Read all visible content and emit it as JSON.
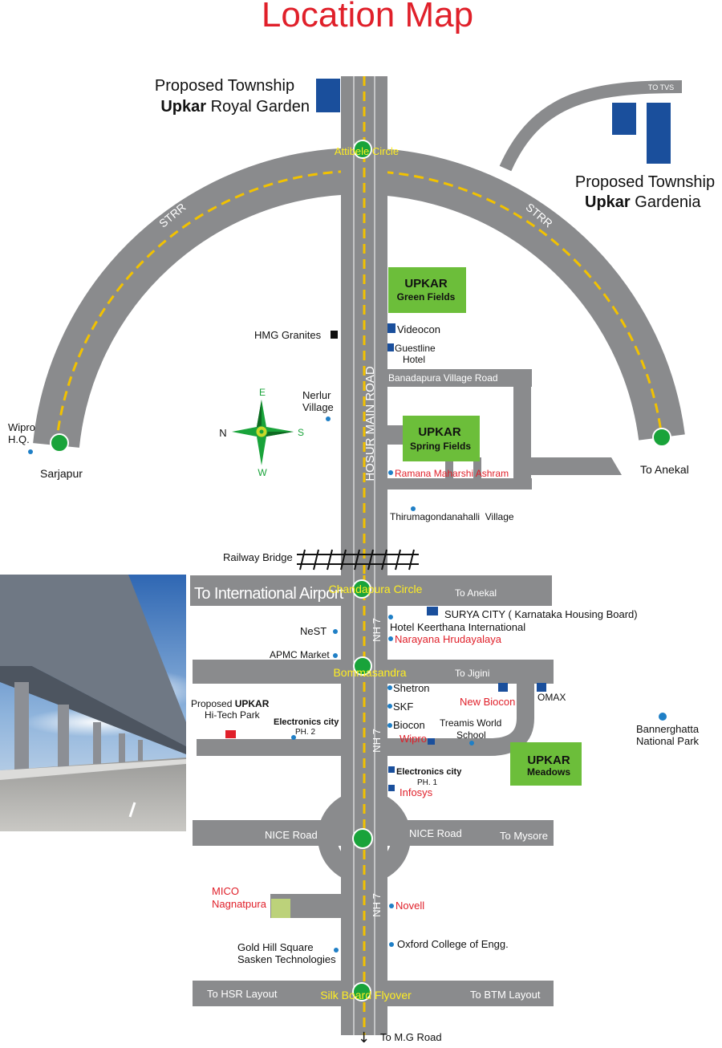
{
  "title": "Location Map",
  "colors": {
    "road": "#8a8b8d",
    "centerline": "#f2c200",
    "circle": "#19a33a",
    "title": "#e0202a",
    "landmark": "#1a4f9c",
    "project": "#6cbe3a"
  },
  "townships": {
    "royal_garden": {
      "line1": "Proposed Township",
      "brand": "Upkar",
      "name": "Royal Garden"
    },
    "gardenia": {
      "line1": "Proposed Township",
      "brand": "Upkar",
      "name": "Gardenia"
    }
  },
  "roads": {
    "strr_left": "STRR",
    "strr_right": "STRR",
    "hosur_main": "HOSUR MAIN ROAD",
    "nh7_a": "NH 7",
    "nh7_b": "NH 7",
    "nh7_c": "NH 7",
    "to_tvs": "TO TVS",
    "banadapura": "Banadapura Village Road",
    "to_airport": "To International Airport",
    "to_anekal_road": "To Anekal",
    "to_jigini": "To Jigini",
    "nice_left": "NICE Road",
    "nice_right": "NICE Road",
    "to_mysore": "To Mysore",
    "to_hsr": "To HSR Layout",
    "to_btm": "To BTM Layout",
    "to_mg": "To M.G Road"
  },
  "circles": {
    "attibele": "Attibele Circle",
    "chandapura": "Chandapura Circle",
    "bommasandra": "Bommasandra",
    "silk_board": "Silk Board Flyover"
  },
  "places": {
    "sarjapur": "Sarjapur",
    "to_anekal_end": "To Anekal",
    "wipro_hq_1": "Wipro",
    "wipro_hq_2": "H.Q.",
    "hmg": "HMG Granites",
    "nerlur_1": "Nerlur",
    "nerlur_2": "Village",
    "videocon": "Videocon",
    "guestline_1": "Guestline",
    "guestline_2": "Hotel",
    "ramana": "Ramana Maharshi Ashram",
    "thirumago": "Thirumagondanahalli  Village",
    "railway": "Railway Bridge",
    "surya": "SURYA CITY ( Karnataka Housing Board)",
    "keerthana": "Hotel Keerthana International",
    "narayana": "Narayana Hrudayalaya",
    "nest": "NeST",
    "apmc": "APMC Market",
    "shetron": "Shetron",
    "skf": "SKF",
    "biocon": "Biocon",
    "new_biocon": "New Biocon",
    "omax": "OMAX",
    "treamis_1": "Treamis World",
    "treamis_2": "School",
    "wipro": "Wipro",
    "ec1_1": "Electronics city",
    "ec1_2": "PH. 1",
    "infosys": "Infosys",
    "ec2_1": "Electronics city",
    "ec2_2": "PH. 2",
    "hitech_1": "Proposed",
    "hitech_brand": "UPKAR",
    "hitech_2": "Hi-Tech Park",
    "bannerghatta_1": "Bannerghatta",
    "bannerghatta_2": "National Park",
    "mico_1": "MICO",
    "mico_2": "Nagnatpura",
    "novell": "Novell",
    "gold_hill_1": "Gold Hill Square",
    "gold_hill_2": "Sasken Technologies",
    "oxford": "Oxford College of Engg."
  },
  "projects": {
    "green_fields": {
      "brand": "UPKAR",
      "name": "Green Fields"
    },
    "spring_fields": {
      "brand": "UPKAR",
      "name": "Spring Fields"
    },
    "meadows": {
      "brand": "UPKAR",
      "name": "Meadows"
    }
  },
  "compass": {
    "n": "N",
    "s": "S",
    "e": "E",
    "w": "W"
  }
}
